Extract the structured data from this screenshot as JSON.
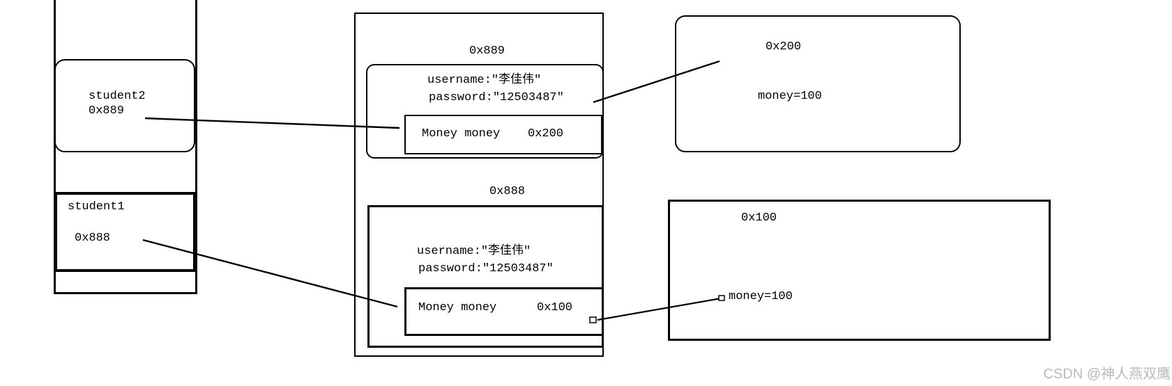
{
  "diagram": {
    "stack": {
      "student2_name": "student2",
      "student2_address": "0x889",
      "student1_name": "student1",
      "student1_address": "0x888"
    },
    "heap": {
      "obj889_label": "0x889",
      "obj889_username": "username:\"李佳伟\"",
      "obj889_password": "password:\"12503487\"",
      "obj889_money_decl": "Money money",
      "obj889_money_value": "0x200",
      "obj888_label": "0x888",
      "obj888_username": "username:\"李佳伟\"",
      "obj888_password": "password:\"12503487\"",
      "obj888_money_decl": "Money money",
      "obj888_money_value": "0x100"
    },
    "money_objects": {
      "obj200_label": "0x200",
      "obj200_field": "money=100",
      "obj100_label": "0x100",
      "obj100_field": "money=100"
    },
    "watermark": "CSDN @神人燕双鹰"
  }
}
